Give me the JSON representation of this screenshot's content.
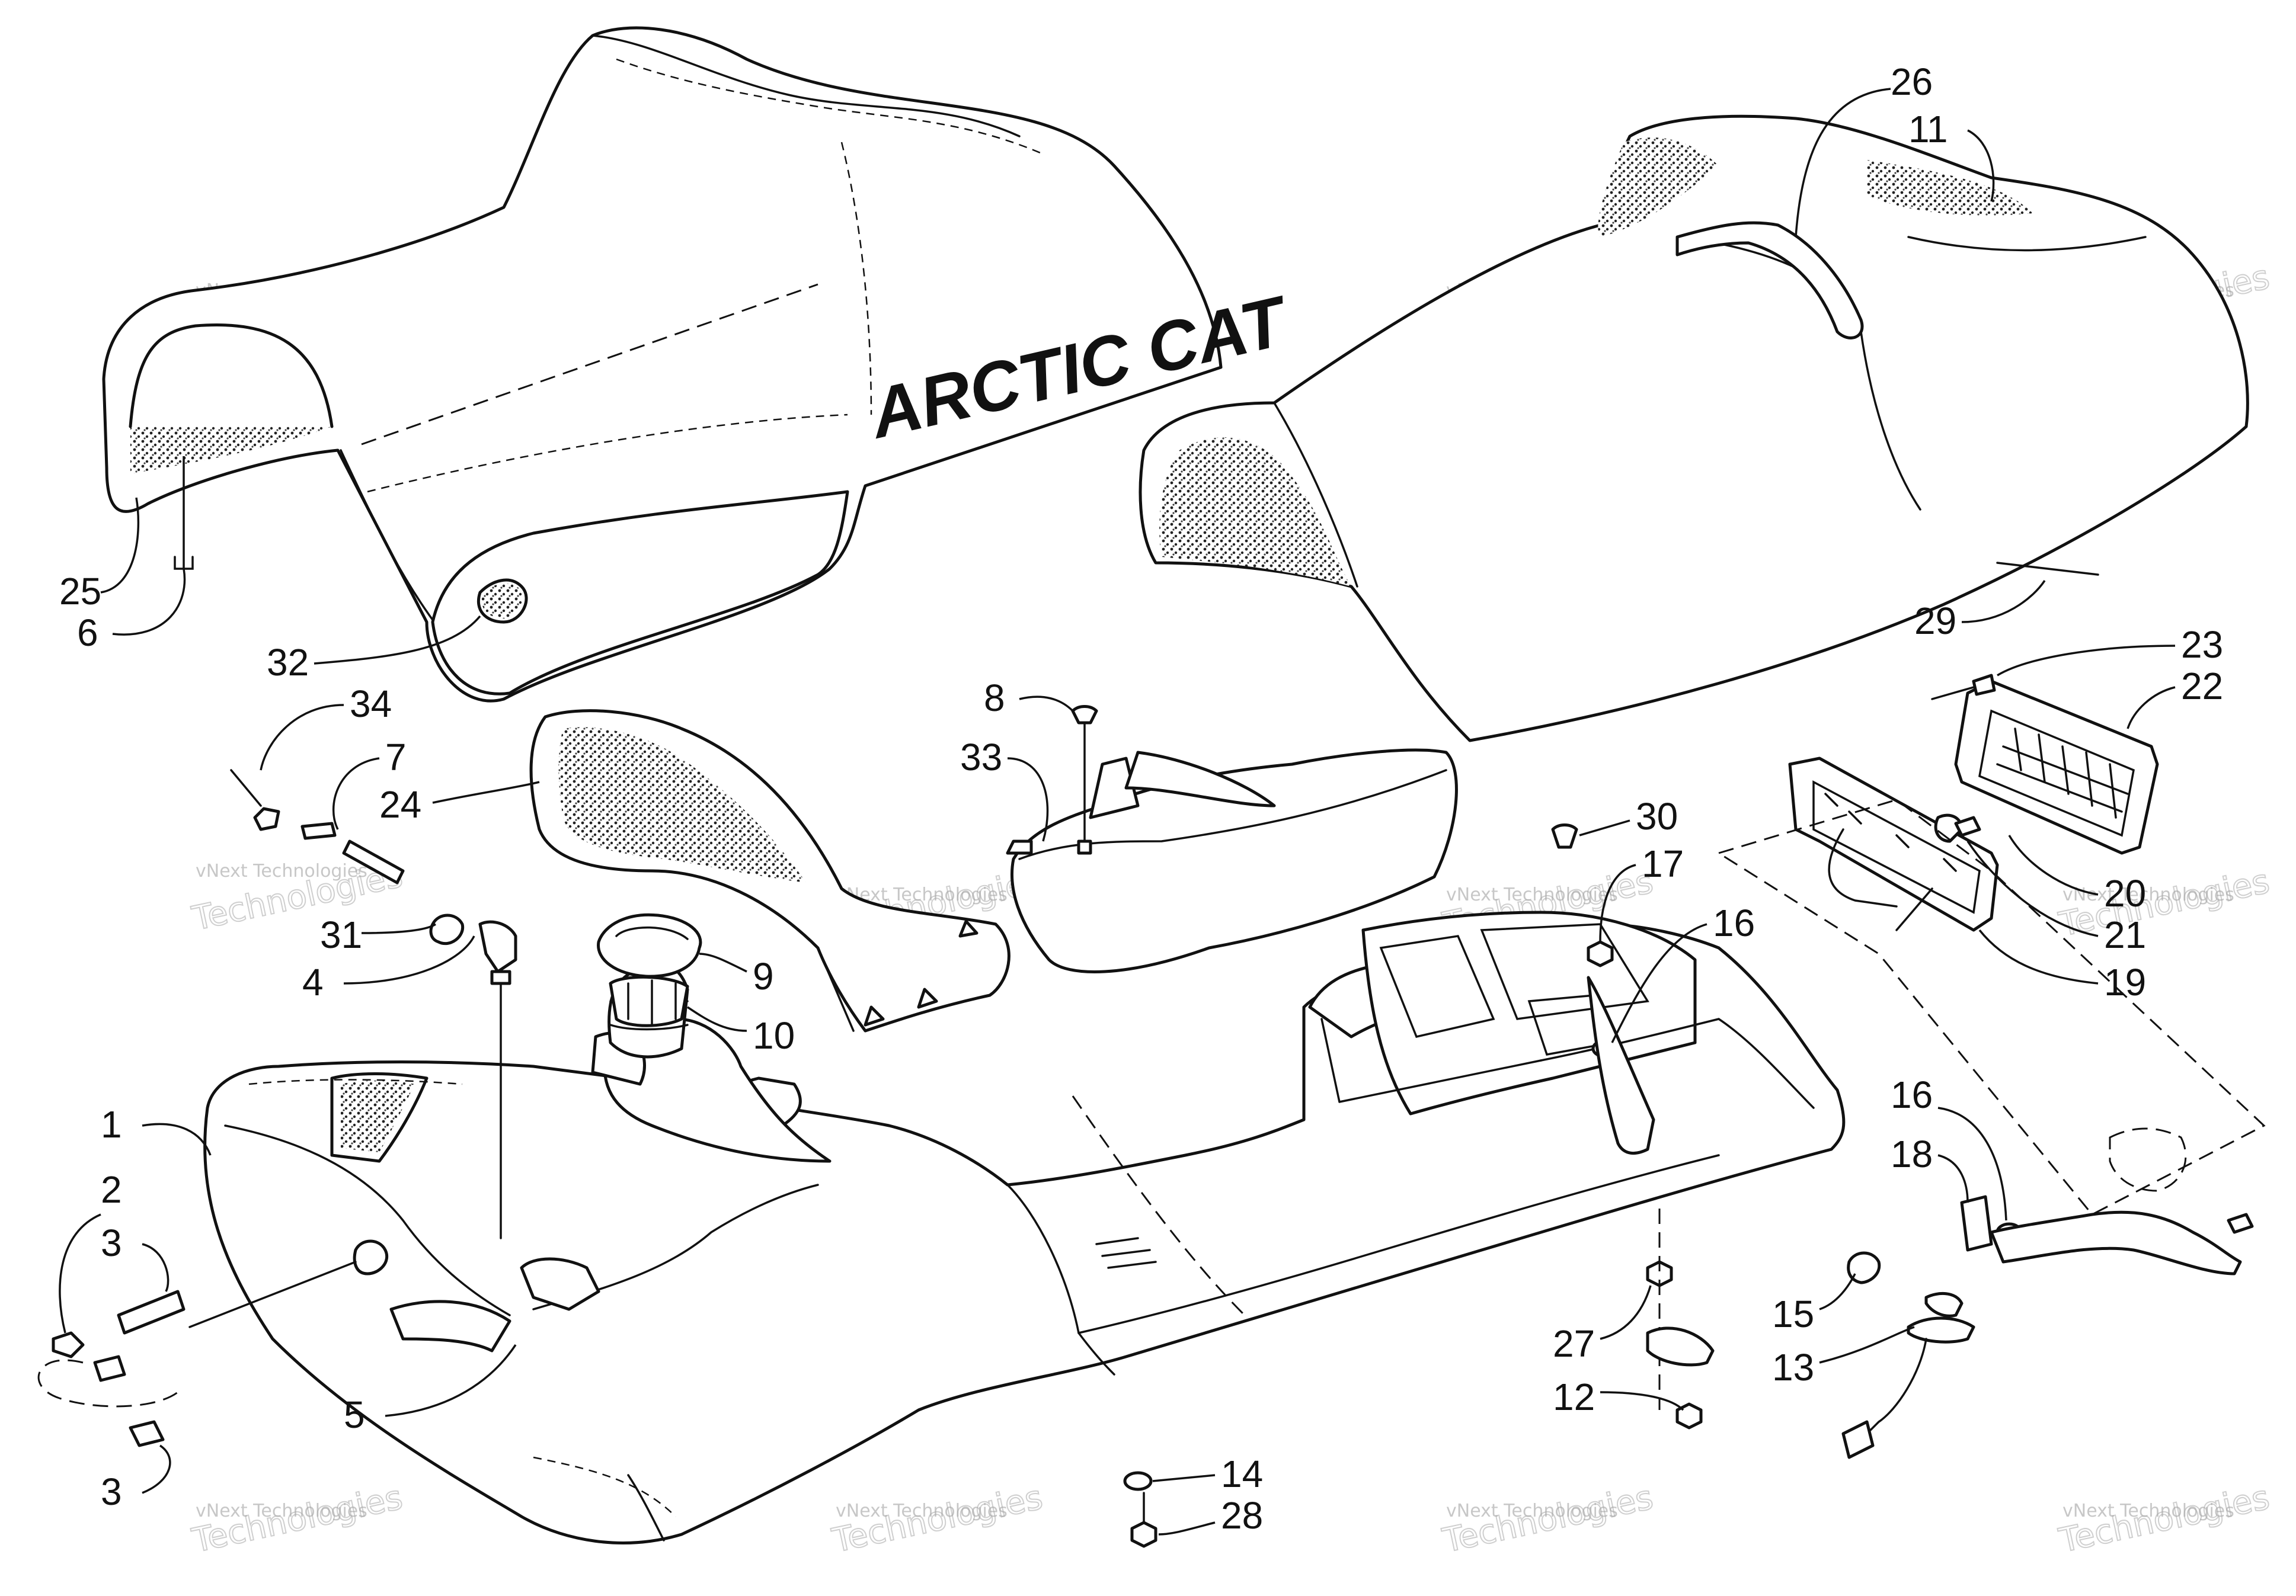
{
  "brand_text": "ARCTIC CAT",
  "watermark": {
    "line1": "vNext Technologies",
    "line2": "Technologies"
  },
  "callouts": [
    "1",
    "2",
    "3",
    "3",
    "4",
    "5",
    "6",
    "7",
    "8",
    "9",
    "10",
    "11",
    "12",
    "13",
    "14",
    "15",
    "16",
    "16",
    "17",
    "18",
    "19",
    "20",
    "21",
    "22",
    "23",
    "24",
    "25",
    "26",
    "27",
    "28",
    "29",
    "30",
    "31",
    "32",
    "33",
    "34"
  ]
}
